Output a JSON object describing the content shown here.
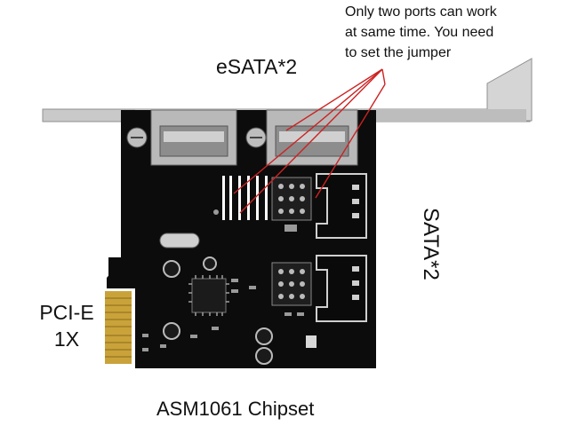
{
  "annotation": {
    "lines": [
      "Only two ports can work",
      "at same time. You need",
      "to set the jumper"
    ],
    "color": "#cc2222"
  },
  "labels": {
    "esata": "eSATA*2",
    "sata": "SATA*2",
    "pcie_line1": "PCI-E",
    "pcie_line2": "1X",
    "chipset": "ASM1061 Chipset"
  },
  "colors": {
    "pcb": "#0c0c0c",
    "bracket": "#c9c9c9",
    "gold_fingers": "#c9a33a"
  }
}
